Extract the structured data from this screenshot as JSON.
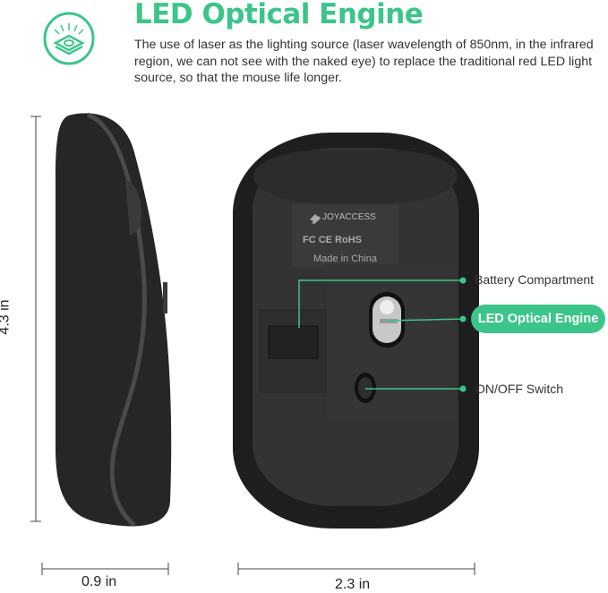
{
  "header": {
    "icon": "led-chip-icon",
    "title": "LED Optical Engine",
    "description": "The use of laser as the lighting source (laser wavelength of 850nm, in the infrared region, we can not see with the naked eye) to replace the traditional red LED light source, so that the mouse life longer."
  },
  "product_label": {
    "brand": "JOYACCESS",
    "certifications": "FC CE RoHS",
    "origin": "Made in China"
  },
  "callouts": {
    "battery": "Battery Compartment",
    "sensor": "LED Optical Engine",
    "switch": "ON/OFF Switch"
  },
  "dimensions": {
    "height": "4.3 in",
    "depth": "0.9 in",
    "width": "2.3 in"
  },
  "colors": {
    "accent": "#3cc58a",
    "mouse": "#2a2a2a"
  }
}
